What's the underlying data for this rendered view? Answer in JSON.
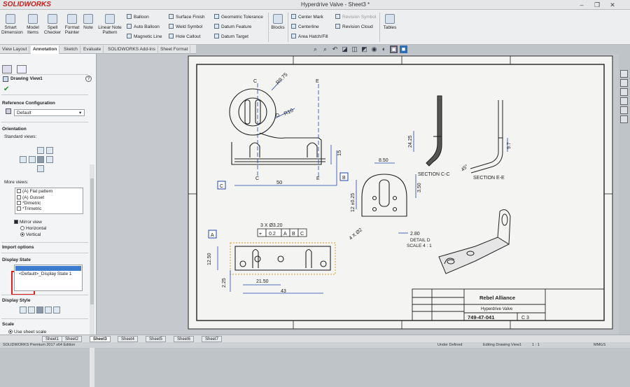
{
  "app": {
    "logo": "SOLIDWORKS",
    "title": "Hyperdrive Valve - Sheet3 *"
  },
  "ribbon": {
    "big_buttons": [
      "Smart Dimension",
      "Model Items",
      "Spell Checker",
      "Format Painter",
      "Note",
      "Linear Note Pattern"
    ],
    "col1": [
      "Balloon",
      "Auto Balloon",
      "Magnetic Line"
    ],
    "col2": [
      "Surface Finish",
      "Weld Symbol",
      "Hole Callout"
    ],
    "col3": [
      "Geometric Tolerance",
      "Datum Feature",
      "Datum Target"
    ],
    "blocks": "Blocks",
    "col4": [
      "Center Mark",
      "Centerline",
      "Area Hatch/Fill"
    ],
    "col5": [
      "Revision Symbol",
      "Revision Cloud"
    ],
    "tables": "Tables"
  },
  "tabs": [
    "View Layout",
    "Annotation",
    "Sketch",
    "Evaluate",
    "SOLIDWORKS Add-Ins",
    "Sheet Format"
  ],
  "panel": {
    "title": "Drawing View1",
    "reference_configuration": "Reference Configuration",
    "configuration_value": "Default",
    "orientation": "Orientation",
    "standard_views": "Standard views:",
    "more_views": "More views:",
    "more_views_items": [
      "(A) Flat pattern",
      "(A) Gusset",
      "*Dimetric",
      "*Trimetric"
    ],
    "mirror_view": "Mirror view",
    "horizontal": "Horizontal",
    "vertical": "Vertical",
    "import_options": "Import options",
    "display_state": "Display State",
    "display_state_items": [
      "<Default>_Display State 1"
    ],
    "display_style": "Display Style",
    "scale": "Scale",
    "use_sheet_scale": "Use sheet scale"
  },
  "sheets": [
    "Sheet1",
    "Sheet2",
    "Sheet3",
    "Sheet4",
    "Sheet5",
    "Sheet6",
    "Sheet7"
  ],
  "active_sheet": "Sheet3",
  "status": {
    "version": "SOLIDWORKS Premium 2017 x64 Edition",
    "under_defined": "Under Defined",
    "editing": "Editing Drawing View1",
    "scale": "1 : 1",
    "units": "MMGS"
  },
  "drawing": {
    "dims": {
      "r975": "R9.75",
      "r10": "R10",
      "d15": "15",
      "d50": "50",
      "d8_50": "8.50",
      "d3_50": "3.50",
      "d12": "12 ±0.25",
      "phi2": "4 X Ø2",
      "d2_80": "2.80",
      "d24": "24.25",
      "d9_7": "9.7",
      "a45": "45°",
      "hole_callout": "3 X Ø3.20",
      "fcf": [
        "0.2",
        "A",
        "B",
        "C"
      ],
      "d12_50": "12.50",
      "d2_25": "2.25",
      "d21_50": "21.50",
      "d43": "43"
    },
    "labels": {
      "c": "C",
      "d": "D",
      "e": "E",
      "datum_a": "A",
      "datum_b": "B",
      "datum_c": "C",
      "section_cc": "SECTION C-C",
      "section_ee": "SECTION E-E",
      "detail_d": "DETAIL D",
      "detail_scale": "SCALE 4 : 1"
    },
    "title_block": {
      "company": "Rebel Alliance",
      "part_name": "Hyperdrive Valve",
      "dwg_no": "749-47-041",
      "rev": "C 3"
    }
  },
  "colors": {
    "accent": "#1e6fc4",
    "highlight_box": "#e02020",
    "dimension": "#2244aa"
  }
}
